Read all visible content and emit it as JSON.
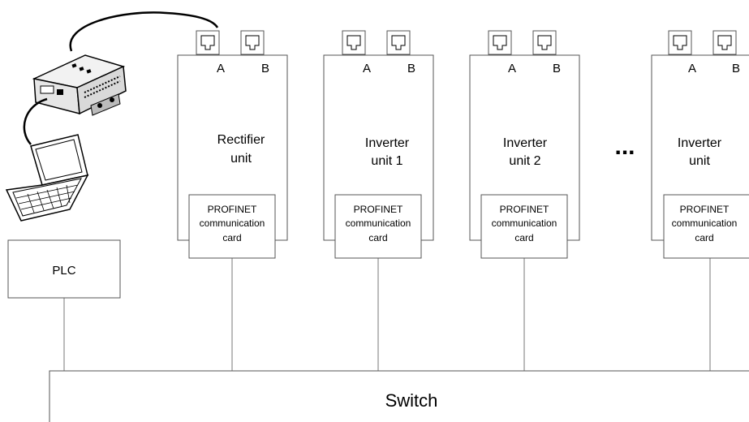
{
  "ports": {
    "a": "A",
    "b": "B"
  },
  "ellipsis": "...",
  "card": {
    "line1": "PROFINET",
    "line2": "communication",
    "line3": "card"
  },
  "plc": "PLC",
  "switch": "Switch",
  "units": [
    {
      "line1": "Rectifier",
      "line2": "unit"
    },
    {
      "line1": "Inverter",
      "line2": "unit 1"
    },
    {
      "line1": "Inverter",
      "line2": "unit 2"
    },
    {
      "line1": "Inverter",
      "line2": "unit"
    }
  ]
}
